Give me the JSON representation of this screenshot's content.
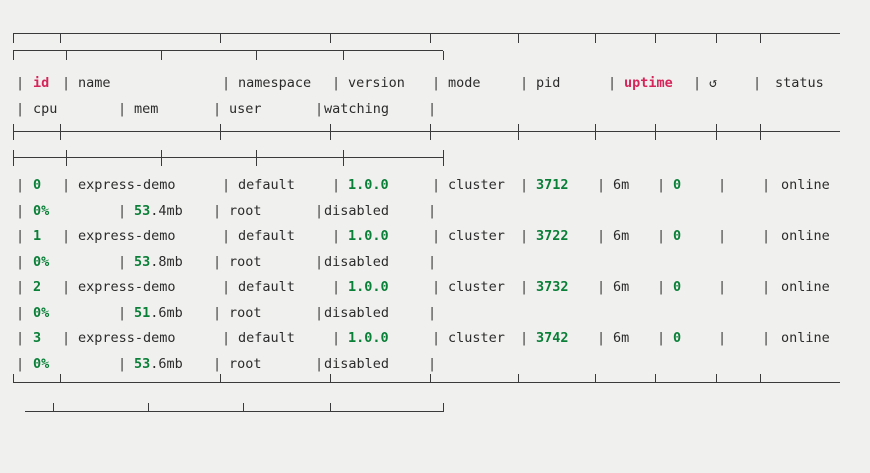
{
  "app": {
    "name": "pm2-process-list",
    "background": "#f0f0ee",
    "accent_green": "#0a7f38",
    "accent_red": "#d6255a",
    "rule_color": "#3a3a3a"
  },
  "table": {
    "header_line1": {
      "id": "id",
      "name": "name",
      "namespace": "namespace",
      "version": "version",
      "mode": "mode",
      "pid": "pid",
      "uptime": "uptime",
      "restart_icon": "↺",
      "status": "status"
    },
    "header_line2": {
      "cpu": "cpu",
      "mem": "mem",
      "user": "user",
      "watching": "watching"
    },
    "pipe": "|",
    "rows": [
      {
        "id": "0",
        "name": "express-demo",
        "namespace": "default",
        "version": "1.0.0",
        "mode": "cluster",
        "pid": "3712",
        "uptime": "6m",
        "restarts": "0",
        "status": "online",
        "cpu": "0%",
        "mem_value": "53",
        "mem_unit": ".4mb",
        "user": "root",
        "watching": "disabled"
      },
      {
        "id": "1",
        "name": "express-demo",
        "namespace": "default",
        "version": "1.0.0",
        "mode": "cluster",
        "pid": "3722",
        "uptime": "6m",
        "restarts": "0",
        "status": "online",
        "cpu": "0%",
        "mem_value": "53",
        "mem_unit": ".8mb",
        "user": "root",
        "watching": "disabled"
      },
      {
        "id": "2",
        "name": "express-demo",
        "namespace": "default",
        "version": "1.0.0",
        "mode": "cluster",
        "pid": "3732",
        "uptime": "6m",
        "restarts": "0",
        "status": "online",
        "cpu": "0%",
        "mem_value": "51",
        "mem_unit": ".6mb",
        "user": "root",
        "watching": "disabled"
      },
      {
        "id": "3",
        "name": "express-demo",
        "namespace": "default",
        "version": "1.0.0",
        "mode": "cluster",
        "pid": "3742",
        "uptime": "6m",
        "restarts": "0",
        "status": "online",
        "cpu": "0%",
        "mem_value": "53",
        "mem_unit": ".6mb",
        "user": "root",
        "watching": "disabled"
      }
    ]
  }
}
